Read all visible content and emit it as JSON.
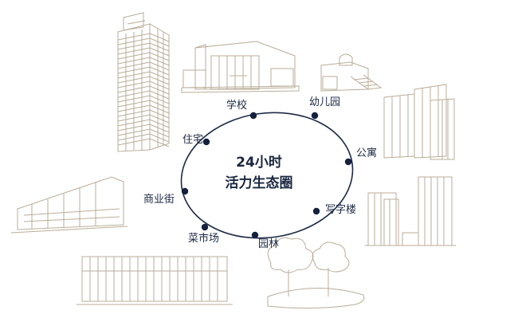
{
  "title_line1": "24小时",
  "title_line2": "活力生态圈",
  "nodes": {
    "school": "学校",
    "kindergarten": "幼儿园",
    "residence": "住宅",
    "apartment": "公寓",
    "commercial_street": "商业街",
    "office": "写字楼",
    "market": "菜市场",
    "park": "园林"
  },
  "colors": {
    "ring": "#1d2a44",
    "dot": "#13213d",
    "line_art": "#b9ad98"
  }
}
